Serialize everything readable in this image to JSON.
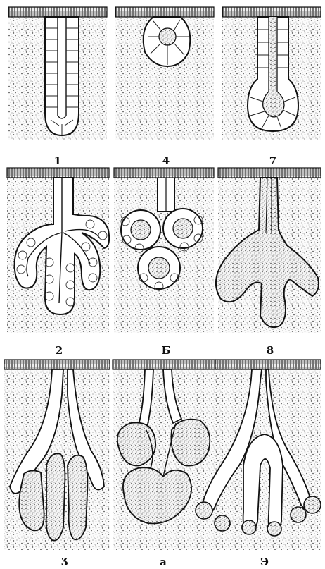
{
  "figure": {
    "panels": [
      {
        "id": "p1",
        "label": "1"
      },
      {
        "id": "p4",
        "label": "4"
      },
      {
        "id": "p7",
        "label": "7"
      },
      {
        "id": "p2",
        "label": "2"
      },
      {
        "id": "p5",
        "label": "Б"
      },
      {
        "id": "p8",
        "label": "8"
      },
      {
        "id": "p3",
        "label": "Ʒ"
      },
      {
        "id": "p6",
        "label": "а"
      },
      {
        "id": "p9",
        "label": "Э"
      }
    ]
  }
}
